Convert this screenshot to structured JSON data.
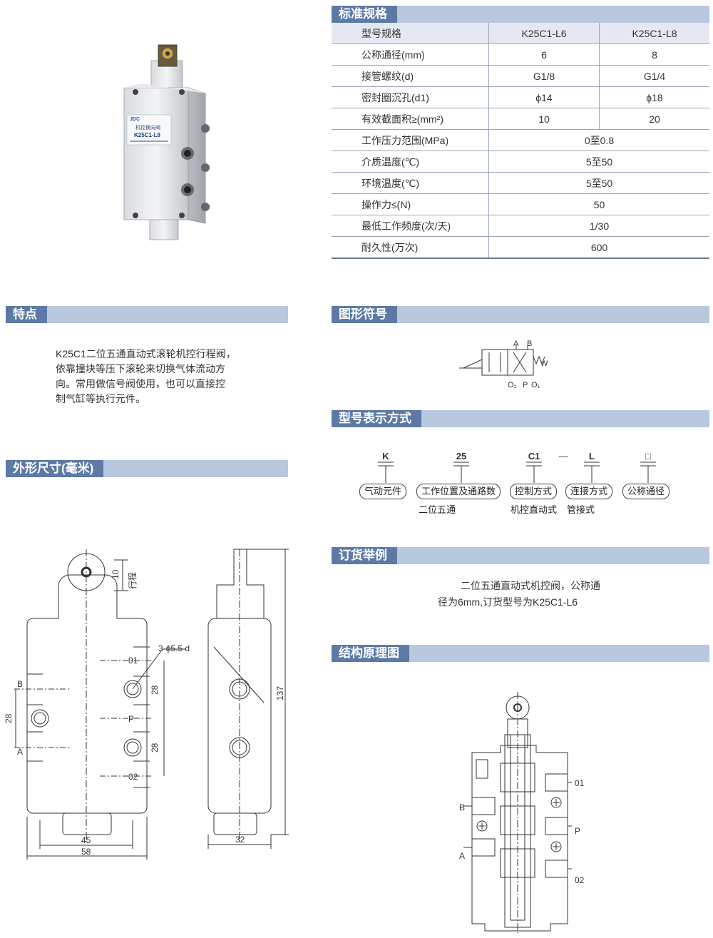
{
  "spec": {
    "title": "标准规格",
    "header": {
      "label": "型号规格",
      "col1": "K25C1-L6",
      "col2": "K25C1-L8"
    },
    "rows_split": [
      {
        "label": "公称通径(mm)",
        "v1": "6",
        "v2": "8"
      },
      {
        "label": "接管螺纹(d)",
        "v1": "G1/8",
        "v2": "G1/4"
      },
      {
        "label": "密封圈沉孔(d1)",
        "v1": "ϕ14",
        "v2": "ϕ18"
      },
      {
        "label": "有效截面积≥(mm²)",
        "v1": "10",
        "v2": "20"
      }
    ],
    "rows_merged": [
      {
        "label": "工作压力范围(MPa)",
        "v": "0至0.8"
      },
      {
        "label": "介质温度(℃)",
        "v": "5至50"
      },
      {
        "label": "环境温度(℃)",
        "v": "5至50"
      },
      {
        "label": "操作力≤(N)",
        "v": "50"
      },
      {
        "label": "最低工作频度(次/天)",
        "v": "1/30"
      },
      {
        "label": "耐久性(万次)",
        "v": "600"
      }
    ]
  },
  "features": {
    "title": "特点",
    "lines": [
      "K25C1二位五通直动式滚轮机控行程阀，",
      "依靠撞块等压下滚轮来切换气体流动方",
      "向。常用做信号阀使用，也可以直接控",
      "制气缸等执行元件。"
    ]
  },
  "symbol": {
    "title": "图形符号",
    "labels": {
      "a": "A",
      "b": "B",
      "o2": "O₂",
      "p": "P",
      "o1": "O₁",
      "w": "W"
    }
  },
  "model": {
    "title": "型号表示方式",
    "codes": [
      "K",
      "25",
      "C1",
      "L",
      "□"
    ],
    "dash": "—",
    "tags": [
      "气动元件",
      "工作位置及通路数",
      "控制方式",
      "连接方式",
      "公称通径"
    ],
    "subs": [
      "二位五通",
      "机控直动式",
      "管接式"
    ]
  },
  "dimensions": {
    "title": "外形尺寸(毫米)",
    "labels": {
      "stroke_val": "10",
      "stroke": "行程",
      "hole": "3-ϕ5.5 d",
      "p01": "01",
      "pB": "B",
      "pP": "P",
      "pA": "A",
      "p02": "02",
      "d28a": "28",
      "d28b": "28",
      "d28c": "28",
      "w45": "45",
      "w58": "58",
      "w32": "32",
      "h137": "137"
    }
  },
  "order": {
    "title": "订货举例",
    "lines": [
      "二位五通直动式机控阀，公称通",
      "径为6mm,订货型号为K25C1-L6"
    ]
  },
  "structure": {
    "title": "结构原理图",
    "labels": {
      "o1": "01",
      "b": "B",
      "p": "P",
      "a": "A",
      "o2": "02"
    }
  },
  "product": {
    "plate_brand": "JDC",
    "plate_line1": "机控换向阀",
    "plate_model": "K25C1-L8"
  }
}
